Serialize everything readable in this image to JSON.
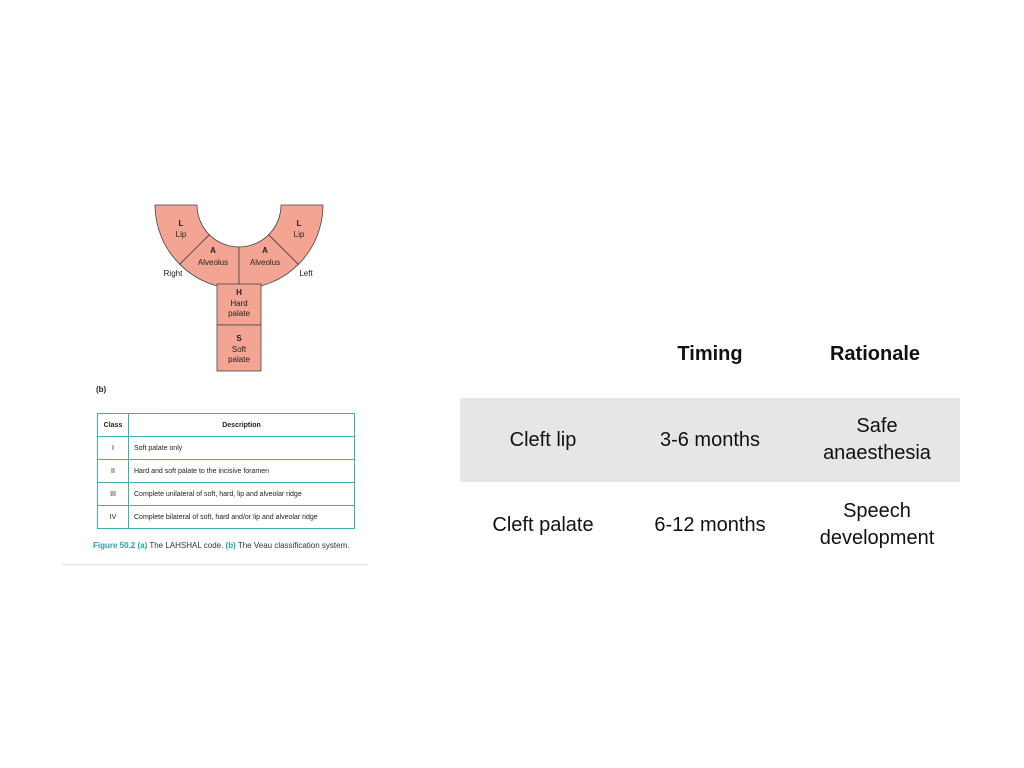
{
  "diagram": {
    "labels": {
      "lip_left": {
        "code": "L",
        "name": "Lip"
      },
      "lip_right": {
        "code": "L",
        "name": "Lip"
      },
      "alveolus_left": {
        "code": "A",
        "name": "Alveolus"
      },
      "alveolus_right": {
        "code": "A",
        "name": "Alveolus"
      },
      "hard_palate": {
        "code": "H",
        "line1": "Hard",
        "line2": "palate"
      },
      "soft_palate": {
        "code": "S",
        "line1": "Soft",
        "line2": "palate"
      },
      "side_right": "Right",
      "side_left": "Left"
    },
    "fill_color": "#f4a493",
    "panel_label": "(b)"
  },
  "veau_table": {
    "headers": {
      "class": "Class",
      "description": "Description"
    },
    "rows": [
      {
        "class": "I",
        "description": "Soft palate only"
      },
      {
        "class": "II",
        "description": "Hard and soft palate to the incisive foramen"
      },
      {
        "class": "III",
        "description": "Complete unilateral of soft, hard, lip and alveolar ridge"
      },
      {
        "class": "IV",
        "description": "Complete bilateral of soft, hard and/or lip and alveolar ridge"
      }
    ],
    "border_color": "#3bb2b2"
  },
  "caption": {
    "figure": "Figure 50.2",
    "a_marker": "(a)",
    "a_text": "The LAHSHAL code.",
    "b_marker": "(b)",
    "b_text": "The Veau classification system."
  },
  "surgery_table": {
    "headers": {
      "timing": "Timing",
      "rationale": "Rationale"
    },
    "rows": [
      {
        "name": "Cleft lip",
        "timing": "3-6 months",
        "rationale_line1": "Safe",
        "rationale_line2": "anaesthesia"
      },
      {
        "name": "Cleft palate",
        "timing": "6-12 months",
        "rationale_line1": "Speech",
        "rationale_line2": "development"
      }
    ],
    "highlight_color": "#e6e6e9"
  }
}
